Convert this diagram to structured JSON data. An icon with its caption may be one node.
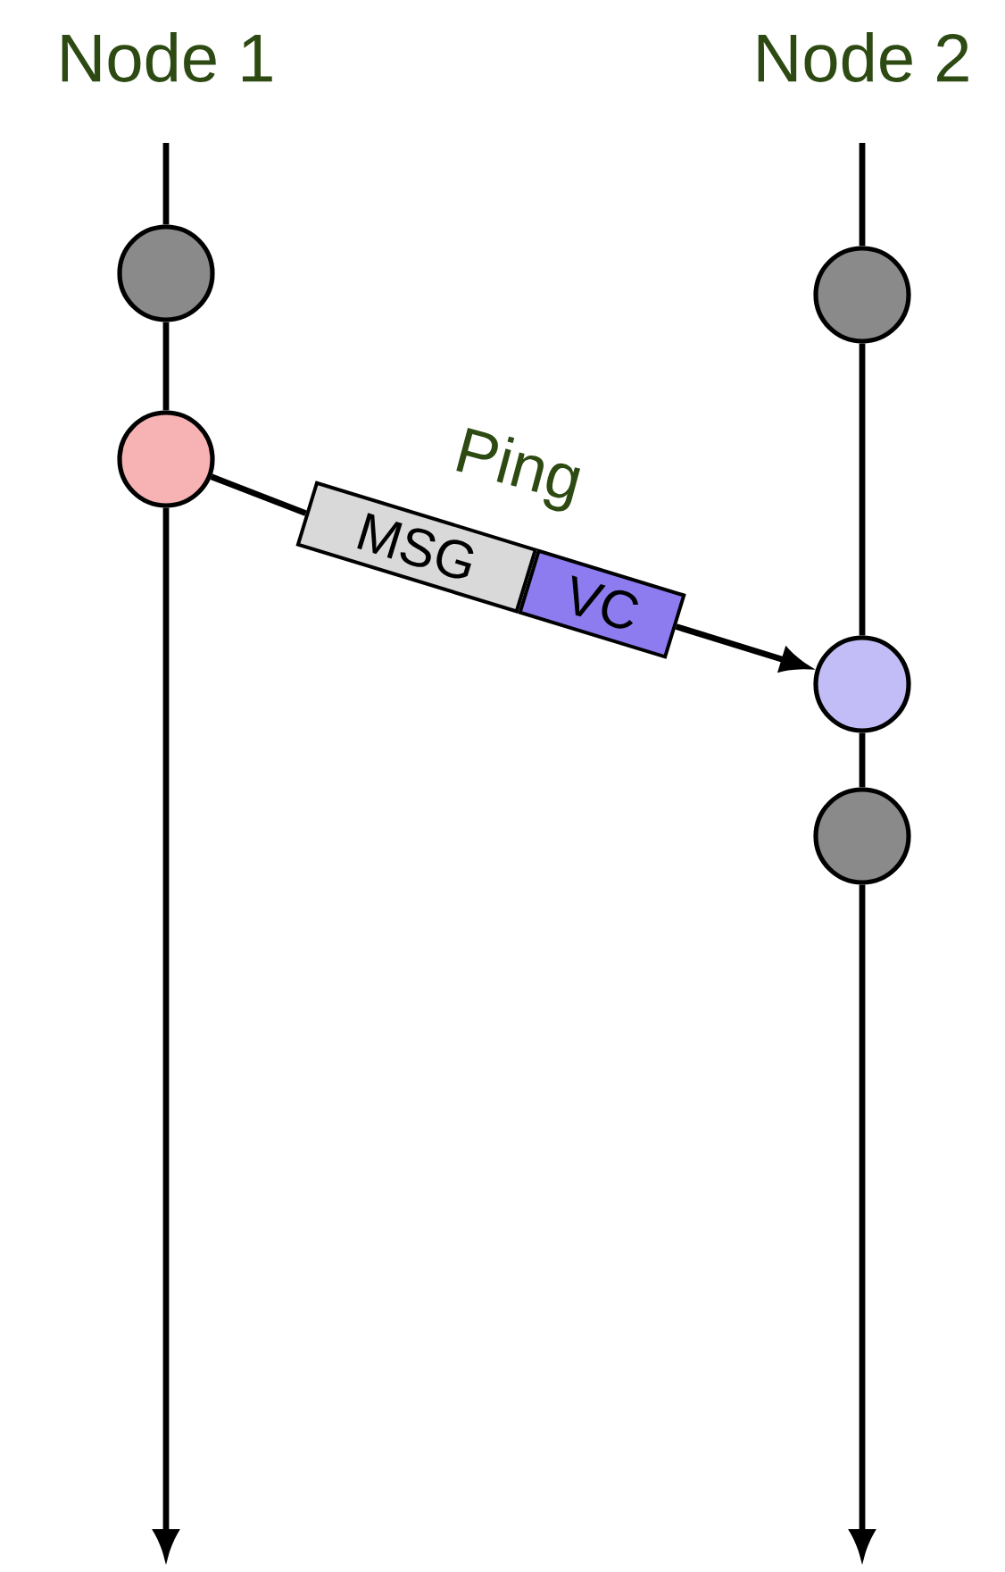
{
  "diagram": {
    "nodes": [
      {
        "text": [],
        "shape": "circle"
      },
      {
        "text": [],
        "shape": "circle"
      },
      {
        "text": [
          "MSG"
        ]
      },
      {
        "text": [
          "VC"
        ]
      },
      {
        "text": [],
        "shape": "circle"
      },
      {
        "text": [],
        "shape": "circle"
      },
      {
        "text": [],
        "shape": "circle"
      }
    ],
    "edges": [
      {
        "from": null,
        "to": 0,
        "arrow": "none"
      },
      {
        "from": 0,
        "to": 1,
        "arrow": "none"
      },
      {
        "from": 1,
        "to": null,
        "arrow": "to"
      },
      {
        "from": null,
        "to": 4,
        "arrow": "none"
      },
      {
        "from": 4,
        "to": 5,
        "arrow": "none"
      },
      {
        "from": 5,
        "to": 6,
        "arrow": "none"
      },
      {
        "from": 6,
        "to": null,
        "arrow": "to"
      },
      {
        "from": 1,
        "to": 2,
        "arrow": "none"
      },
      {
        "from": 3,
        "to": 5,
        "arrow": "to"
      }
    ],
    "labels": [
      "Node 1",
      "Node 2",
      "Ping"
    ]
  }
}
